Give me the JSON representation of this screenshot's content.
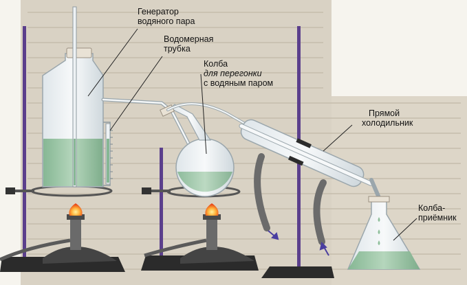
{
  "labels": {
    "generator": [
      "Генератор",
      "водяного пара"
    ],
    "water_tube": [
      "Водомерная",
      "трубка"
    ],
    "flask": [
      "Колба",
      "для перегонки",
      "с водяным паром"
    ],
    "condenser": [
      "Прямой",
      "холодильник"
    ],
    "receiver": [
      "Колба-",
      "приёмник"
    ]
  },
  "colors": {
    "page_background": "#f6f4ee",
    "background_text_area": "#d9d2c4",
    "stand_rod": "#5b3f8c",
    "glass": "#e9eef2",
    "water": "#9fc7a8",
    "flame": "#ff8a1e",
    "burner": "#555555",
    "stand_base": "#2b2b2b",
    "hose": "#6b6b6b",
    "arrow": "#4a3ea0"
  }
}
